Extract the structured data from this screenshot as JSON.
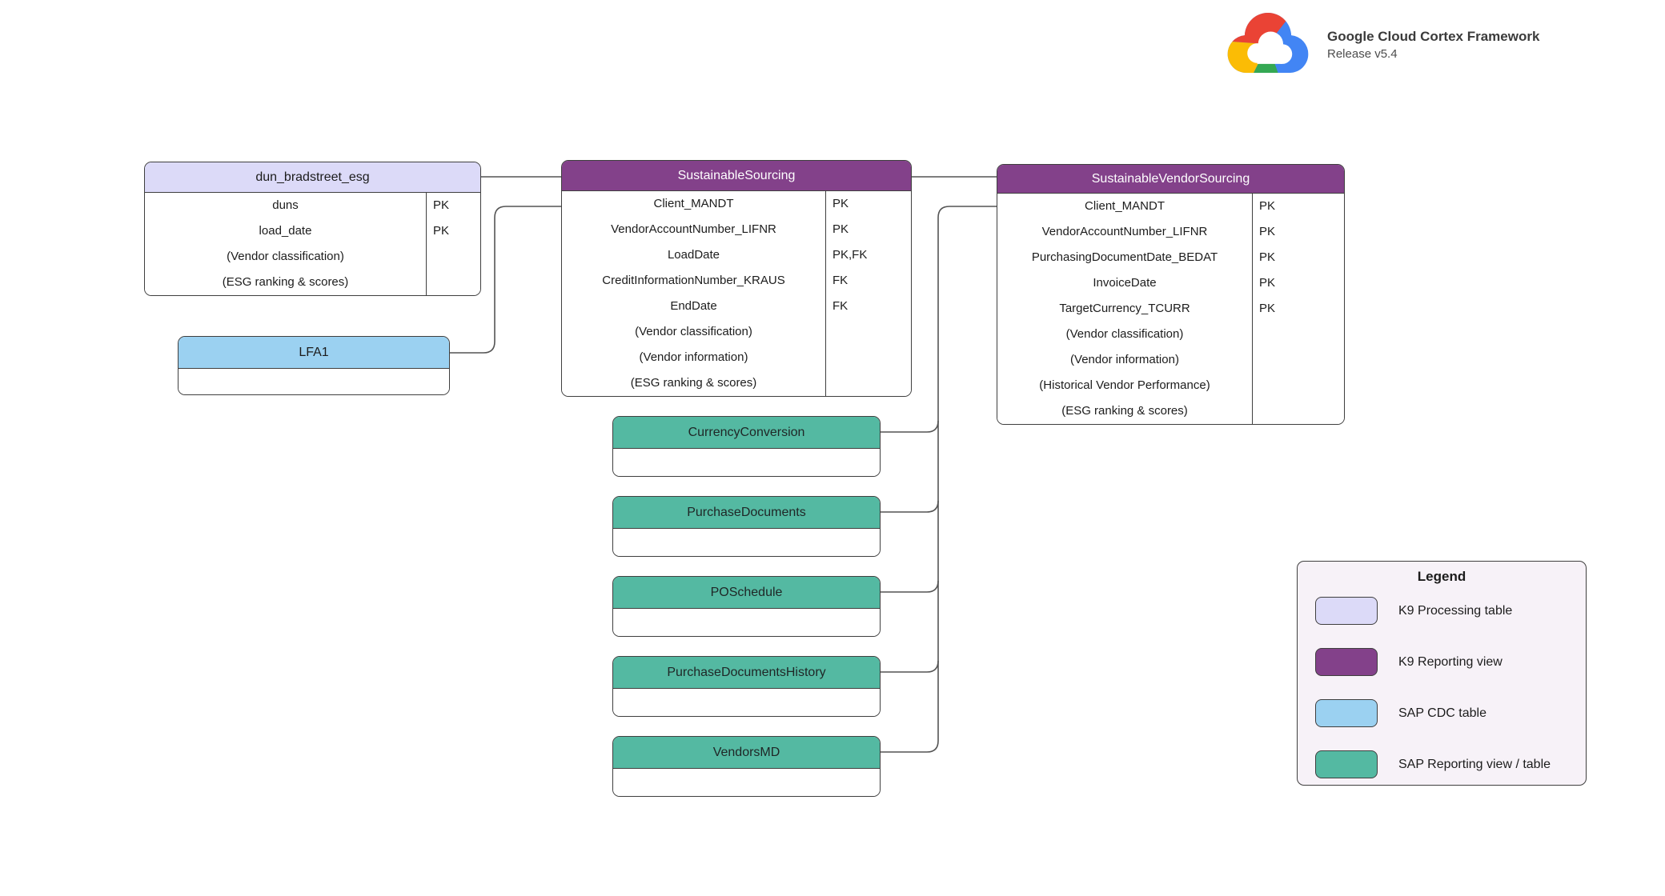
{
  "header": {
    "logo": "google-cloud-logo",
    "title": "Google Cloud Cortex Framework",
    "release": "Release v5.4"
  },
  "tables": {
    "dun_bradstreet_esg": {
      "title": "dun_bradstreet_esg",
      "type": "K9 Processing table",
      "fields": [
        {
          "name": "duns",
          "key": "PK"
        },
        {
          "name": "load_date",
          "key": "PK"
        },
        {
          "name": "(Vendor classification)",
          "key": ""
        },
        {
          "name": "(ESG ranking & scores)",
          "key": ""
        }
      ]
    },
    "sustainable_sourcing": {
      "title": "SustainableSourcing",
      "type": "K9 Reporting view",
      "fields": [
        {
          "name": "Client_MANDT",
          "key": "PK"
        },
        {
          "name": "VendorAccountNumber_LIFNR",
          "key": "PK"
        },
        {
          "name": "LoadDate",
          "key": "PK,FK"
        },
        {
          "name": "CreditInformationNumber_KRAUS",
          "key": "FK"
        },
        {
          "name": "EndDate",
          "key": "FK"
        },
        {
          "name": "(Vendor classification)",
          "key": ""
        },
        {
          "name": "(Vendor information)",
          "key": ""
        },
        {
          "name": "(ESG ranking & scores)",
          "key": ""
        }
      ]
    },
    "sustainable_vendor_sourcing": {
      "title": "SustainableVendorSourcing",
      "type": "K9 Reporting view",
      "fields": [
        {
          "name": "Client_MANDT",
          "key": "PK"
        },
        {
          "name": "VendorAccountNumber_LIFNR",
          "key": "PK"
        },
        {
          "name": "PurchasingDocumentDate_BEDAT",
          "key": "PK"
        },
        {
          "name": "InvoiceDate",
          "key": "PK"
        },
        {
          "name": "TargetCurrency_TCURR",
          "key": "PK"
        },
        {
          "name": "(Vendor classification)",
          "key": ""
        },
        {
          "name": "(Vendor information)",
          "key": ""
        },
        {
          "name": "(Historical Vendor Performance)",
          "key": ""
        },
        {
          "name": "(ESG ranking & scores)",
          "key": ""
        }
      ]
    },
    "lfa1": {
      "title": "LFA1",
      "type": "SAP CDC table",
      "fields": []
    },
    "currency_conversion": {
      "title": "CurrencyConversion",
      "type": "SAP Reporting view / table",
      "fields": []
    },
    "purchase_documents": {
      "title": "PurchaseDocuments",
      "type": "SAP Reporting view / table",
      "fields": []
    },
    "po_schedule": {
      "title": "POSchedule",
      "type": "SAP Reporting view / table",
      "fields": []
    },
    "purchase_documents_history": {
      "title": "PurchaseDocumentsHistory",
      "type": "SAP Reporting view / table",
      "fields": []
    },
    "vendors_md": {
      "title": "VendorsMD",
      "type": "SAP Reporting view / table",
      "fields": []
    }
  },
  "legend": {
    "title": "Legend",
    "items": [
      {
        "label": "K9 Processing table",
        "color": "#dcdaf8"
      },
      {
        "label": "K9 Reporting view",
        "color": "#83418a"
      },
      {
        "label": "SAP CDC table",
        "color": "#9bd1f1"
      },
      {
        "label": "SAP Reporting view / table",
        "color": "#54b9a2"
      }
    ]
  },
  "colors": {
    "k9_processing": "#dcdaf8",
    "k9_reporting": "#83418a",
    "sap_cdc": "#9bd1f1",
    "sap_reporting": "#54b9a2",
    "connector": "#545454",
    "border": "#3f3f3f",
    "legend_background": "#f7f2f8",
    "logo_red": "#ea4335",
    "logo_yellow": "#fbbc05",
    "logo_green": "#34a853",
    "logo_blue": "#4285f4"
  }
}
